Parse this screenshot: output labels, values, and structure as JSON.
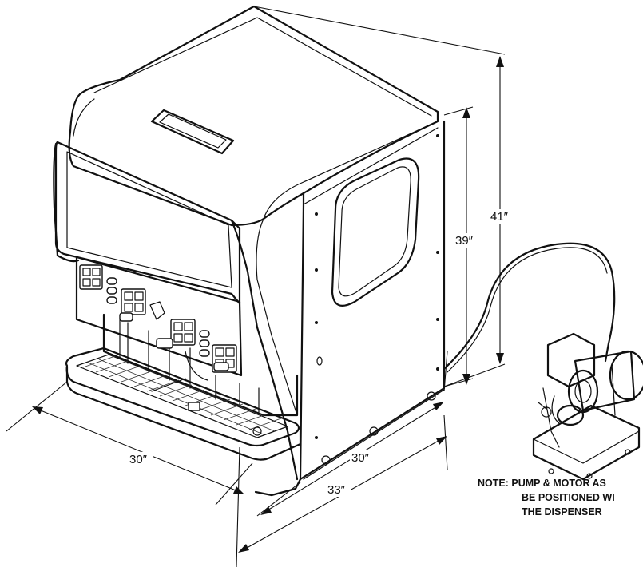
{
  "dimensions": {
    "width_front": "30″",
    "depth_side": "30″",
    "depth_overall": "33″",
    "height_cabinet": "39″",
    "height_overall": "41″"
  },
  "note": {
    "line1": "NOTE: PUMP & MOTOR AS",
    "line2": "BE POSITIONED WI",
    "line3": "THE DISPENSER"
  }
}
